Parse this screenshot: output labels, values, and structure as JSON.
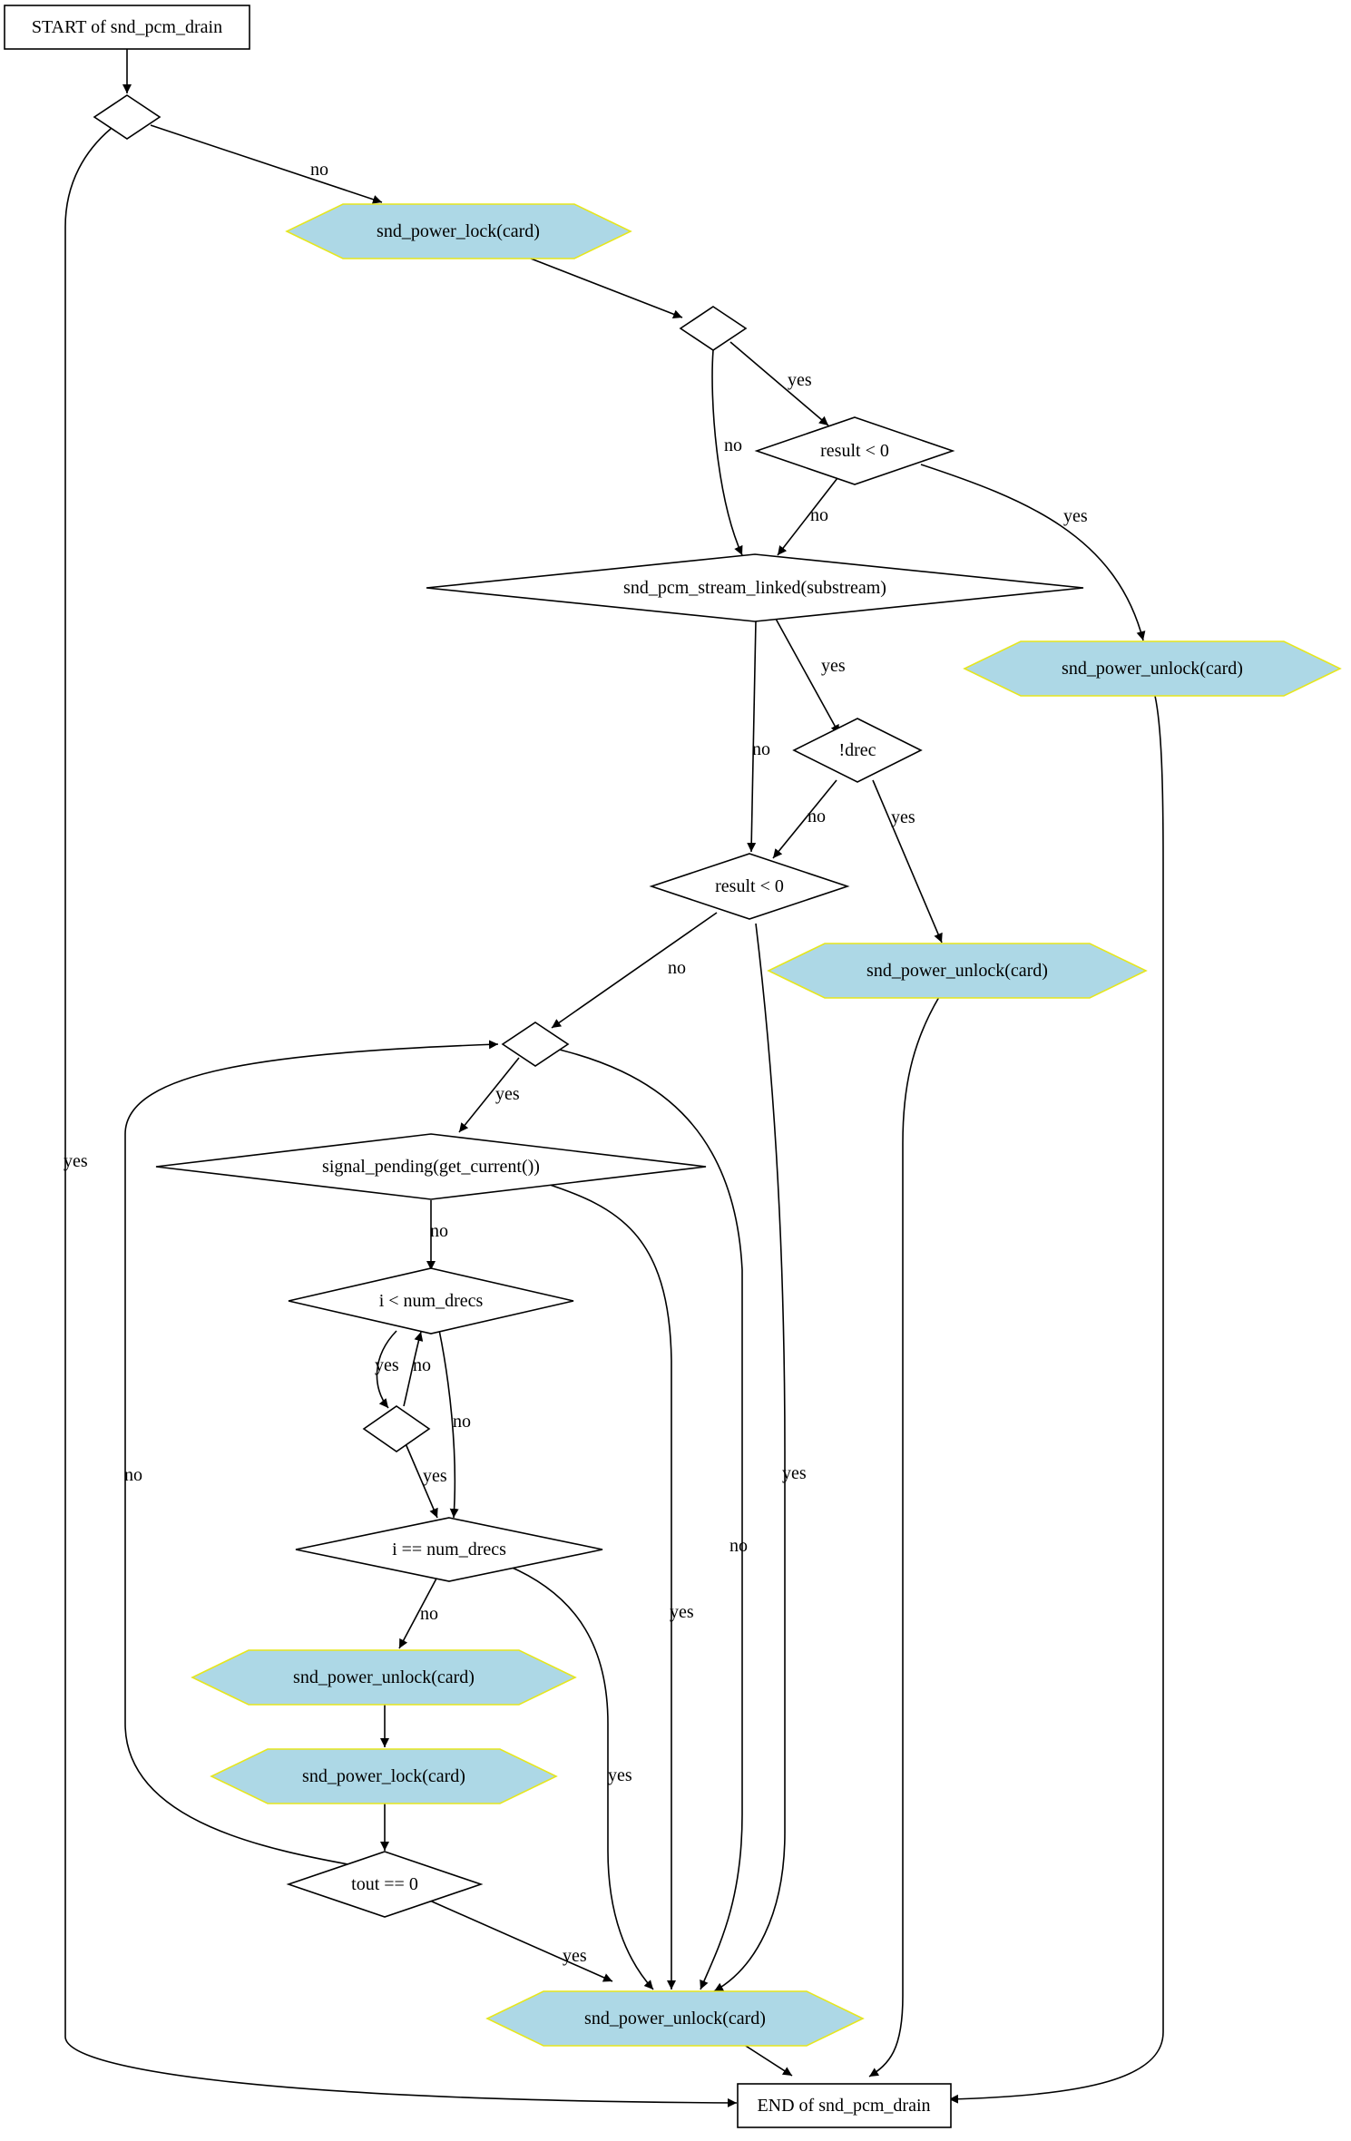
{
  "colors": {
    "hex_fill": "#add8e6",
    "hex_stroke": "#e6e61e",
    "line": "#000000"
  },
  "nodes": {
    "start": "START of snd_pcm_drain",
    "d1": "",
    "lock1": "snd_power_lock(card)",
    "d2": "",
    "result1": "result < 0",
    "linked": "snd_pcm_stream_linked(substream)",
    "unlock_r": "snd_power_unlock(card)",
    "drec": "!drec",
    "result2": "result < 0",
    "unlock_m": "snd_power_unlock(card)",
    "d3": "",
    "signal": "signal_pending(get_current())",
    "inum": "i < num_drecs",
    "d4": "",
    "ieq": "i == num_drecs",
    "unlock_l": "snd_power_unlock(card)",
    "lock_l": "snd_power_lock(card)",
    "tout": "tout == 0",
    "unlock_b": "snd_power_unlock(card)",
    "end": "END of snd_pcm_drain"
  },
  "edges": {
    "d1_lock1": "no",
    "d1_end": "yes",
    "d2_result1": "yes",
    "d2_linked": "no",
    "result1_linked": "no",
    "result1_unlock": "yes",
    "linked_drec": "yes",
    "linked_result2": "no",
    "drec_result2": "no",
    "drec_unlock": "yes",
    "result2_d3": "no",
    "result2_unlock": "yes",
    "d3_signal": "yes",
    "d3_unlock": "no",
    "signal_inum": "no",
    "signal_unlock": "yes",
    "inum_d4": "yes",
    "d4_inum": "no",
    "inum_ieq": "no",
    "d4_ieq": "yes",
    "ieq_unlock_l": "no",
    "ieq_unlock_b": "yes",
    "tout_d3": "no",
    "tout_unlock": "yes"
  }
}
